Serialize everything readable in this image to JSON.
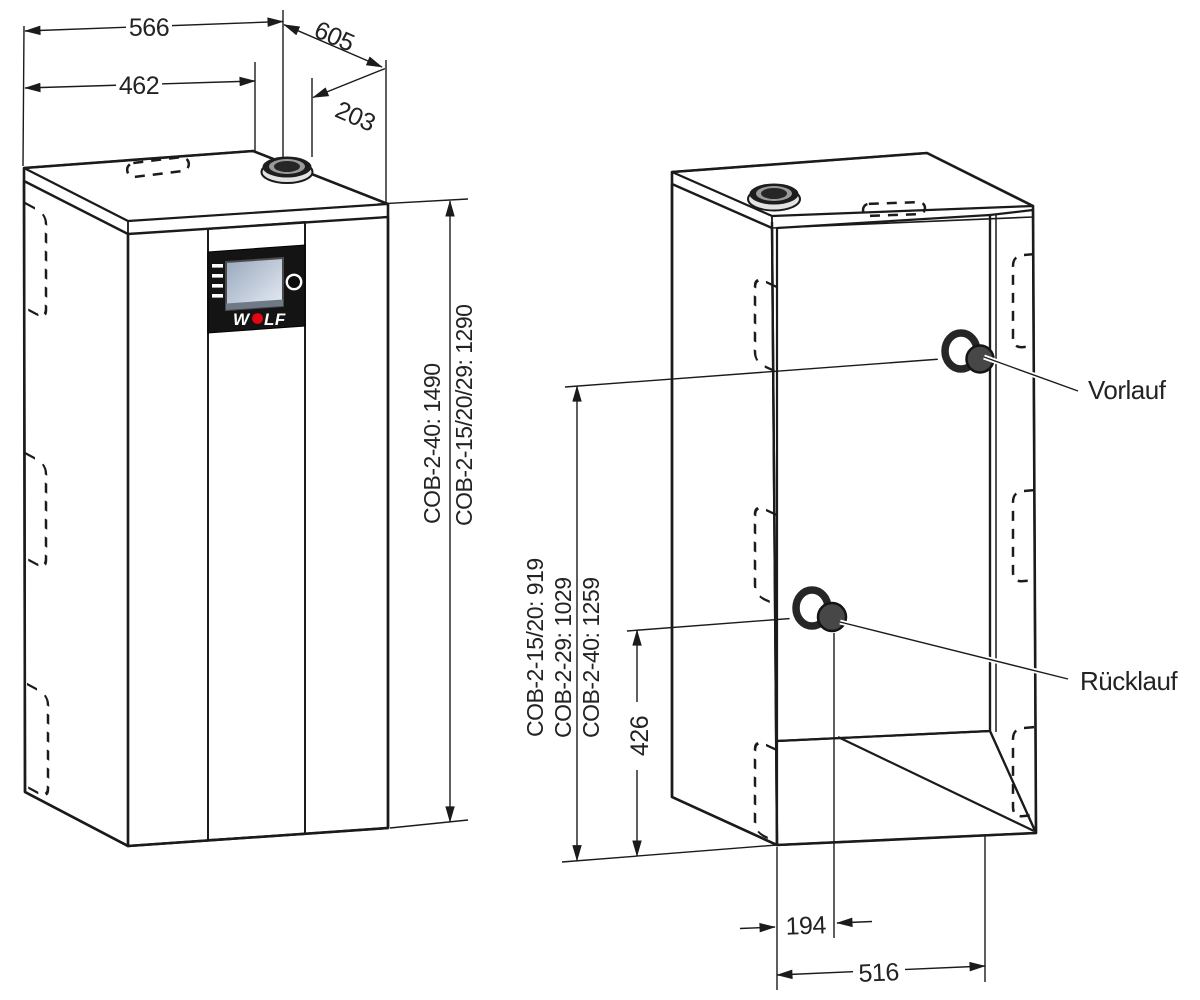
{
  "drawing": {
    "title": "WOLF COB-2 dimensional drawing",
    "front_view": {
      "width_total": "566",
      "width_to_flue": "462",
      "depth_total": "605",
      "depth_to_flue": "203",
      "height_col_left": "COB-2-40: 1490",
      "height_col_right": "COB-2-15/20/29: 1290",
      "logo_w": "W",
      "logo_lf": "LF"
    },
    "rear_view": {
      "height_col_1": "COB-2-15/20: 919",
      "height_col_2": "COB-2-29: 1029",
      "height_col_3": "COB-2-40: 1259",
      "return_height": "426",
      "return_offset": "194",
      "width_bottom": "516",
      "label_flow": "Vorlauf",
      "label_return": "Rücklauf"
    },
    "colors": {
      "line": "#1b1b1b",
      "rear_panel_dark": "#9c9c9c",
      "front_stripe": "#d6d6d6",
      "logo_red": "#e30613",
      "display_top": "#9fafc4",
      "display_bottom": "#e9eef5"
    }
  }
}
